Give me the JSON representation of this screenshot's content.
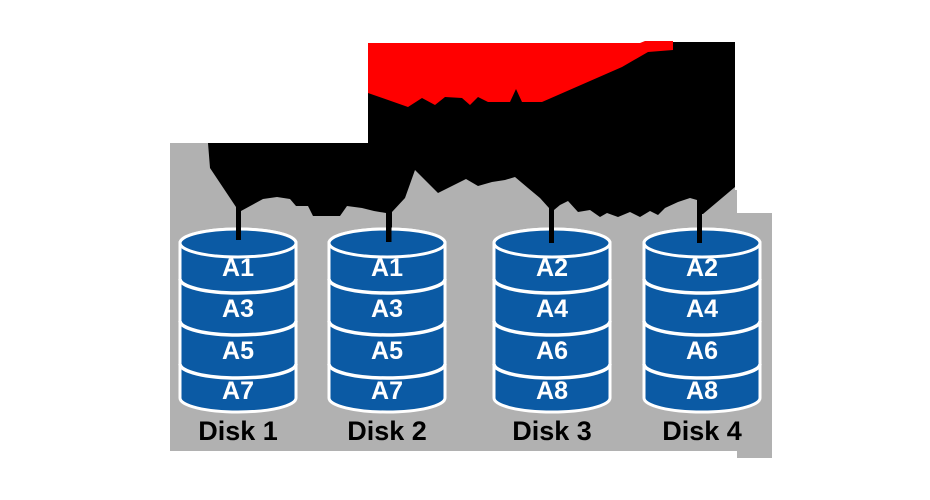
{
  "diagram": {
    "colors": {
      "background": "#ffffff",
      "panel_gray": "#b1b1b1",
      "blob_black": "#000000",
      "title_red": "#ff0000",
      "disk_blue": "#0b5aa4",
      "disk_outline_white": "#ffffff",
      "block_label_white": "#ffffff",
      "caption_black": "#000000"
    },
    "disks": [
      {
        "name": "Disk 1",
        "blocks": [
          "A1",
          "A3",
          "A5",
          "A7"
        ]
      },
      {
        "name": "Disk 2",
        "blocks": [
          "A1",
          "A3",
          "A5",
          "A7"
        ]
      },
      {
        "name": "Disk 3",
        "blocks": [
          "A2",
          "A4",
          "A6",
          "A8"
        ]
      },
      {
        "name": "Disk 4",
        "blocks": [
          "A2",
          "A4",
          "A6",
          "A8"
        ]
      }
    ]
  }
}
